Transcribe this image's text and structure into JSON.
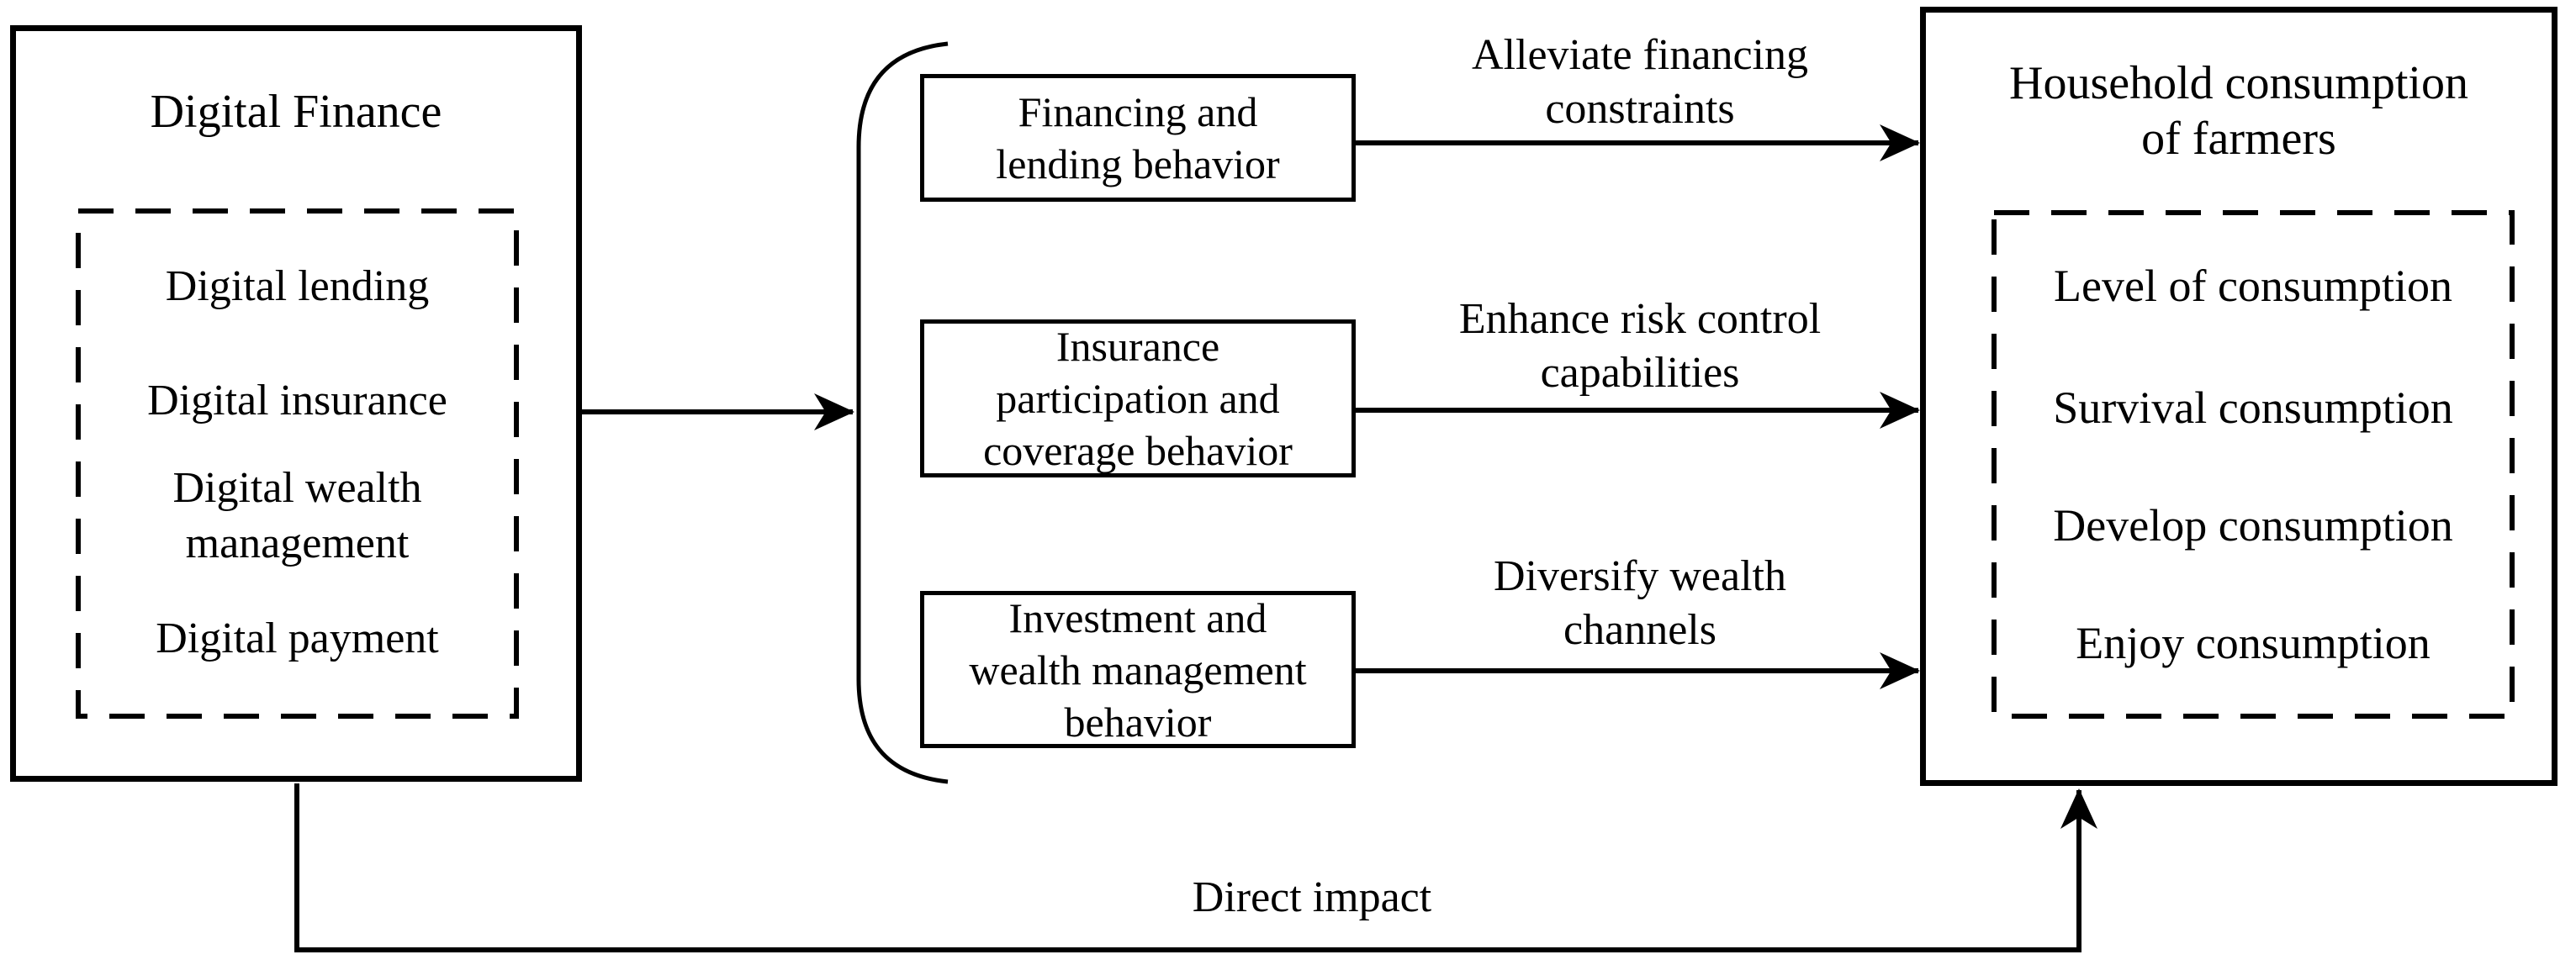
{
  "left_box": {
    "title": "Digital Finance",
    "items": [
      "Digital lending",
      "Digital insurance",
      "Digital wealth\nmanagement",
      "Digital payment"
    ]
  },
  "mediators": {
    "boxes": [
      "Financing and\nlending behavior",
      "Insurance\nparticipation and\ncoverage behavior",
      "Investment and\nwealth management\nbehavior"
    ],
    "arrow_labels": [
      "Alleviate financing\nconstraints",
      "Enhance risk control\ncapabilities",
      "Diversify wealth\nchannels"
    ]
  },
  "right_box": {
    "title": "Household consumption\nof farmers",
    "items": [
      "Level of consumption",
      "Survival consumption",
      "Develop consumption",
      "Enjoy consumption"
    ]
  },
  "bottom": {
    "direct_impact_label": "Direct impact"
  },
  "colors": {
    "ink": "#000000",
    "background": "#ffffff"
  }
}
